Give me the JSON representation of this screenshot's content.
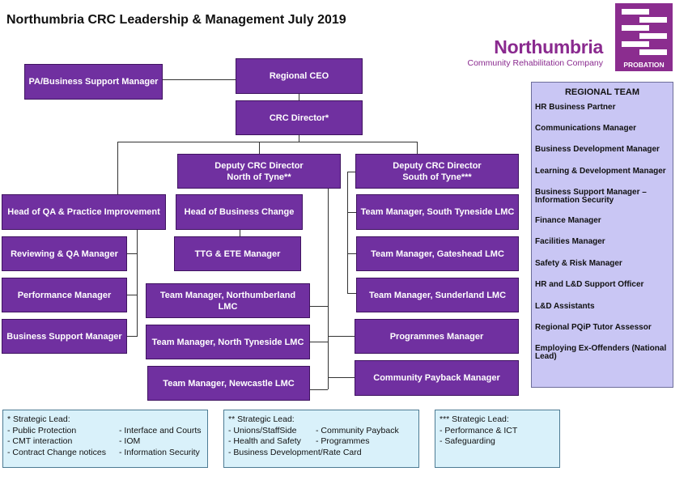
{
  "title": "Northumbria CRC Leadership & Management July 2019",
  "logo": {
    "name": "Northumbria",
    "subtitle": "Community Rehabilitation Company",
    "badge": "PROBATION",
    "color": "#8b2d8f"
  },
  "colors": {
    "box": "#7030a0",
    "regional_bg": "#c9c6f4",
    "note_bg": "#d9f1fa"
  },
  "org": {
    "pa": "PA/Business Support Manager",
    "ceo": "Regional CEO",
    "director": "CRC Director*",
    "deputy_north": [
      "Deputy CRC Director",
      "North of Tyne**"
    ],
    "deputy_south": [
      "Deputy CRC Director",
      "South of Tyne***"
    ],
    "left_column": [
      "Head of QA & Practice Improvement",
      "Reviewing & QA Manager",
      "Performance Manager",
      "Business Support Manager"
    ],
    "north_column": [
      "Head of Business Change",
      "TTG & ETE Manager",
      "Team Manager, Northumberland LMC",
      "Team Manager, North Tyneside LMC",
      "Team Manager, Newcastle LMC"
    ],
    "south_column": [
      "Team Manager, South Tyneside LMC",
      "Team Manager, Gateshead LMC",
      "Team Manager, Sunderland LMC",
      "Programmes Manager",
      "Community Payback Manager"
    ]
  },
  "regional_team": {
    "title": "REGIONAL TEAM",
    "items": [
      "HR Business Partner",
      "Communications Manager",
      "Business Development Manager",
      "Learning & Development Manager",
      "Business Support Manager – Information Security",
      "Finance Manager",
      "Facilities Manager",
      "Safety & Risk Manager",
      "HR and L&D Support Officer",
      "L&D Assistants",
      "Regional PQiP Tutor Assessor",
      "Employing Ex-Offenders (National Lead)"
    ]
  },
  "notes": [
    {
      "heading": "* Strategic Lead:",
      "col1": [
        "- Public Protection",
        "- CMT interaction",
        "- Contract Change notices"
      ],
      "col2": [
        "- Interface and Courts",
        "- IOM",
        "- Information Security"
      ]
    },
    {
      "heading": "** Strategic Lead:",
      "col1": [
        "- Unions/StaffSide",
        "- Health and Safety",
        "- Business Development/Rate Card"
      ],
      "col2": [
        "- Community Payback",
        "- Programmes"
      ]
    },
    {
      "heading": "*** Strategic Lead:",
      "col1": [
        "- Performance & ICT",
        "- Safeguarding"
      ],
      "col2": []
    }
  ]
}
